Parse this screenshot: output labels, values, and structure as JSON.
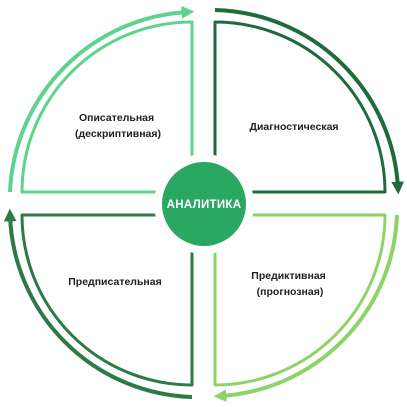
{
  "center": {
    "label": "АНАЛИТИКА"
  },
  "quadrants": [
    {
      "id": "top-left",
      "lines": [
        "Описательная",
        "(дескриптивная)"
      ]
    },
    {
      "id": "top-right",
      "lines": [
        "Диагностическая"
      ]
    },
    {
      "id": "bottom-right",
      "lines": [
        "Предиктивная",
        "(прогнозная)"
      ]
    },
    {
      "id": "bottom-left",
      "lines": [
        "Предписательная"
      ]
    }
  ],
  "colors": {
    "top_left": "#5fd38d",
    "top_right": "#1e6b3c",
    "bottom_right": "#8ed26a",
    "bottom_left": "#2e7a47",
    "hub_fill": "#2aa862",
    "hub_ring": "#ffffff",
    "text": "#222222",
    "text_on_hub": "#ffffff"
  }
}
